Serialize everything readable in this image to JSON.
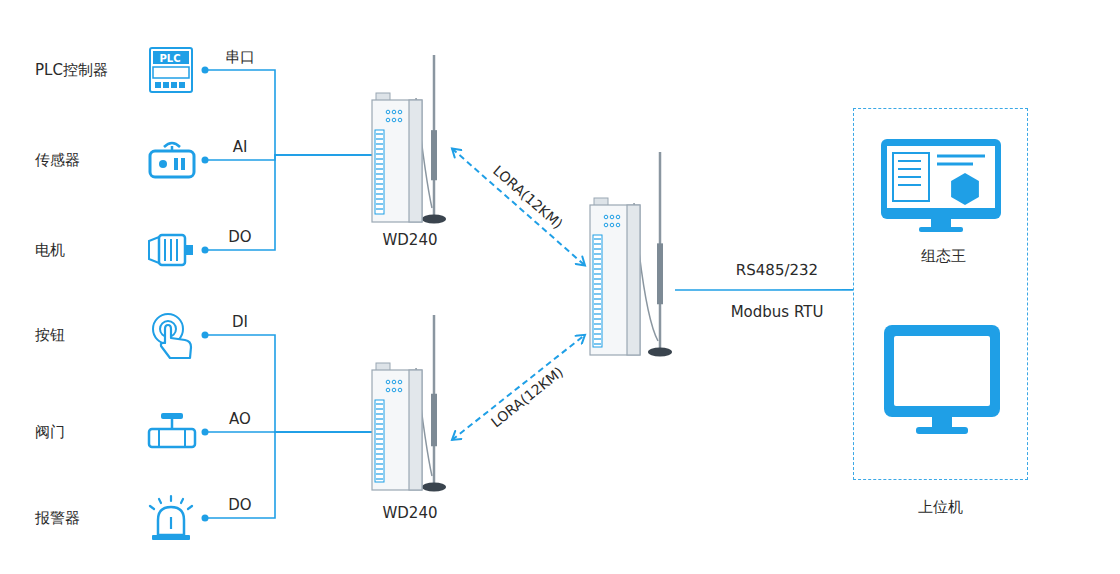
{
  "diagram": {
    "nodes": [
      {
        "text": [
          "PLC控制器",
          "PLC"
        ]
      },
      {
        "text": [
          "传感器"
        ]
      },
      {
        "text": [
          "电机"
        ]
      },
      {
        "text": [
          "按钮"
        ]
      },
      {
        "text": [
          "阀门"
        ]
      },
      {
        "text": [
          "报警器"
        ]
      },
      {
        "text": [
          "WD240"
        ]
      },
      {
        "text": [
          "WD240"
        ]
      },
      {
        "text": []
      },
      {
        "text": [
          "上位机"
        ]
      },
      {
        "text": [
          "组态王"
        ],
        "in": 9
      }
    ],
    "edges": [
      {
        "from": 0,
        "to": 6,
        "label": "串口",
        "arrow": "none"
      },
      {
        "from": 1,
        "to": 6,
        "label": "AI",
        "arrow": "none"
      },
      {
        "from": 2,
        "to": 6,
        "label": "DO",
        "arrow": "none"
      },
      {
        "from": 3,
        "to": 7,
        "label": "DI",
        "arrow": "none"
      },
      {
        "from": 4,
        "to": 7,
        "label": "AO",
        "arrow": "none"
      },
      {
        "from": 5,
        "to": 7,
        "label": "DO",
        "arrow": "none"
      },
      {
        "from": 6,
        "to": 8,
        "label": "LORA(12KM)",
        "arrow": "both"
      },
      {
        "from": 7,
        "to": 8,
        "label": "LORA(12KM)",
        "arrow": "both"
      },
      {
        "from": 8,
        "to": 9,
        "label": "RS485/232",
        "arrow": "none"
      }
    ],
    "labels": [
      "Modbus RTU"
    ]
  }
}
